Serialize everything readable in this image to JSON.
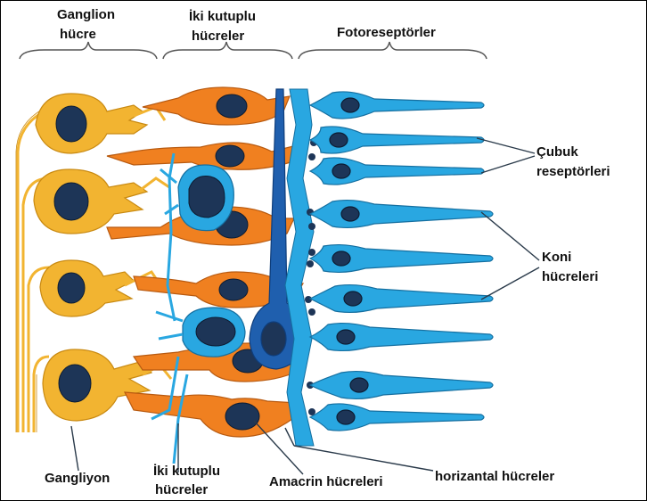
{
  "headers": {
    "ganglion_line1": "Ganglion",
    "ganglion_line2": "hücre",
    "bipolar_line1": "İki kutuplu",
    "bipolar_line2": "hücreler",
    "photo": "Fotoreseptörler"
  },
  "labels": {
    "cubuk_line1": "Çubuk",
    "cubuk_line2": "reseptörleri",
    "koni_line1": "Koni",
    "koni_line2": "hücreleri",
    "gangliyon": "Gangliyon",
    "bipolar_bottom_line1": "İki kutuplu",
    "bipolar_bottom_line2": "hücreler",
    "amacrin": "Amacrin hücreleri",
    "horizontal": "horizantal hücreler"
  },
  "colors": {
    "ganglion": "#f2b431",
    "ganglion_stroke": "#c98a12",
    "orange": "#f08020",
    "orange_stroke": "#b85a10",
    "light_blue": "#29a7e1",
    "blue_stroke": "#156fa0",
    "dark_blue": "#1f5fae",
    "nucleus": "#1d3557"
  }
}
